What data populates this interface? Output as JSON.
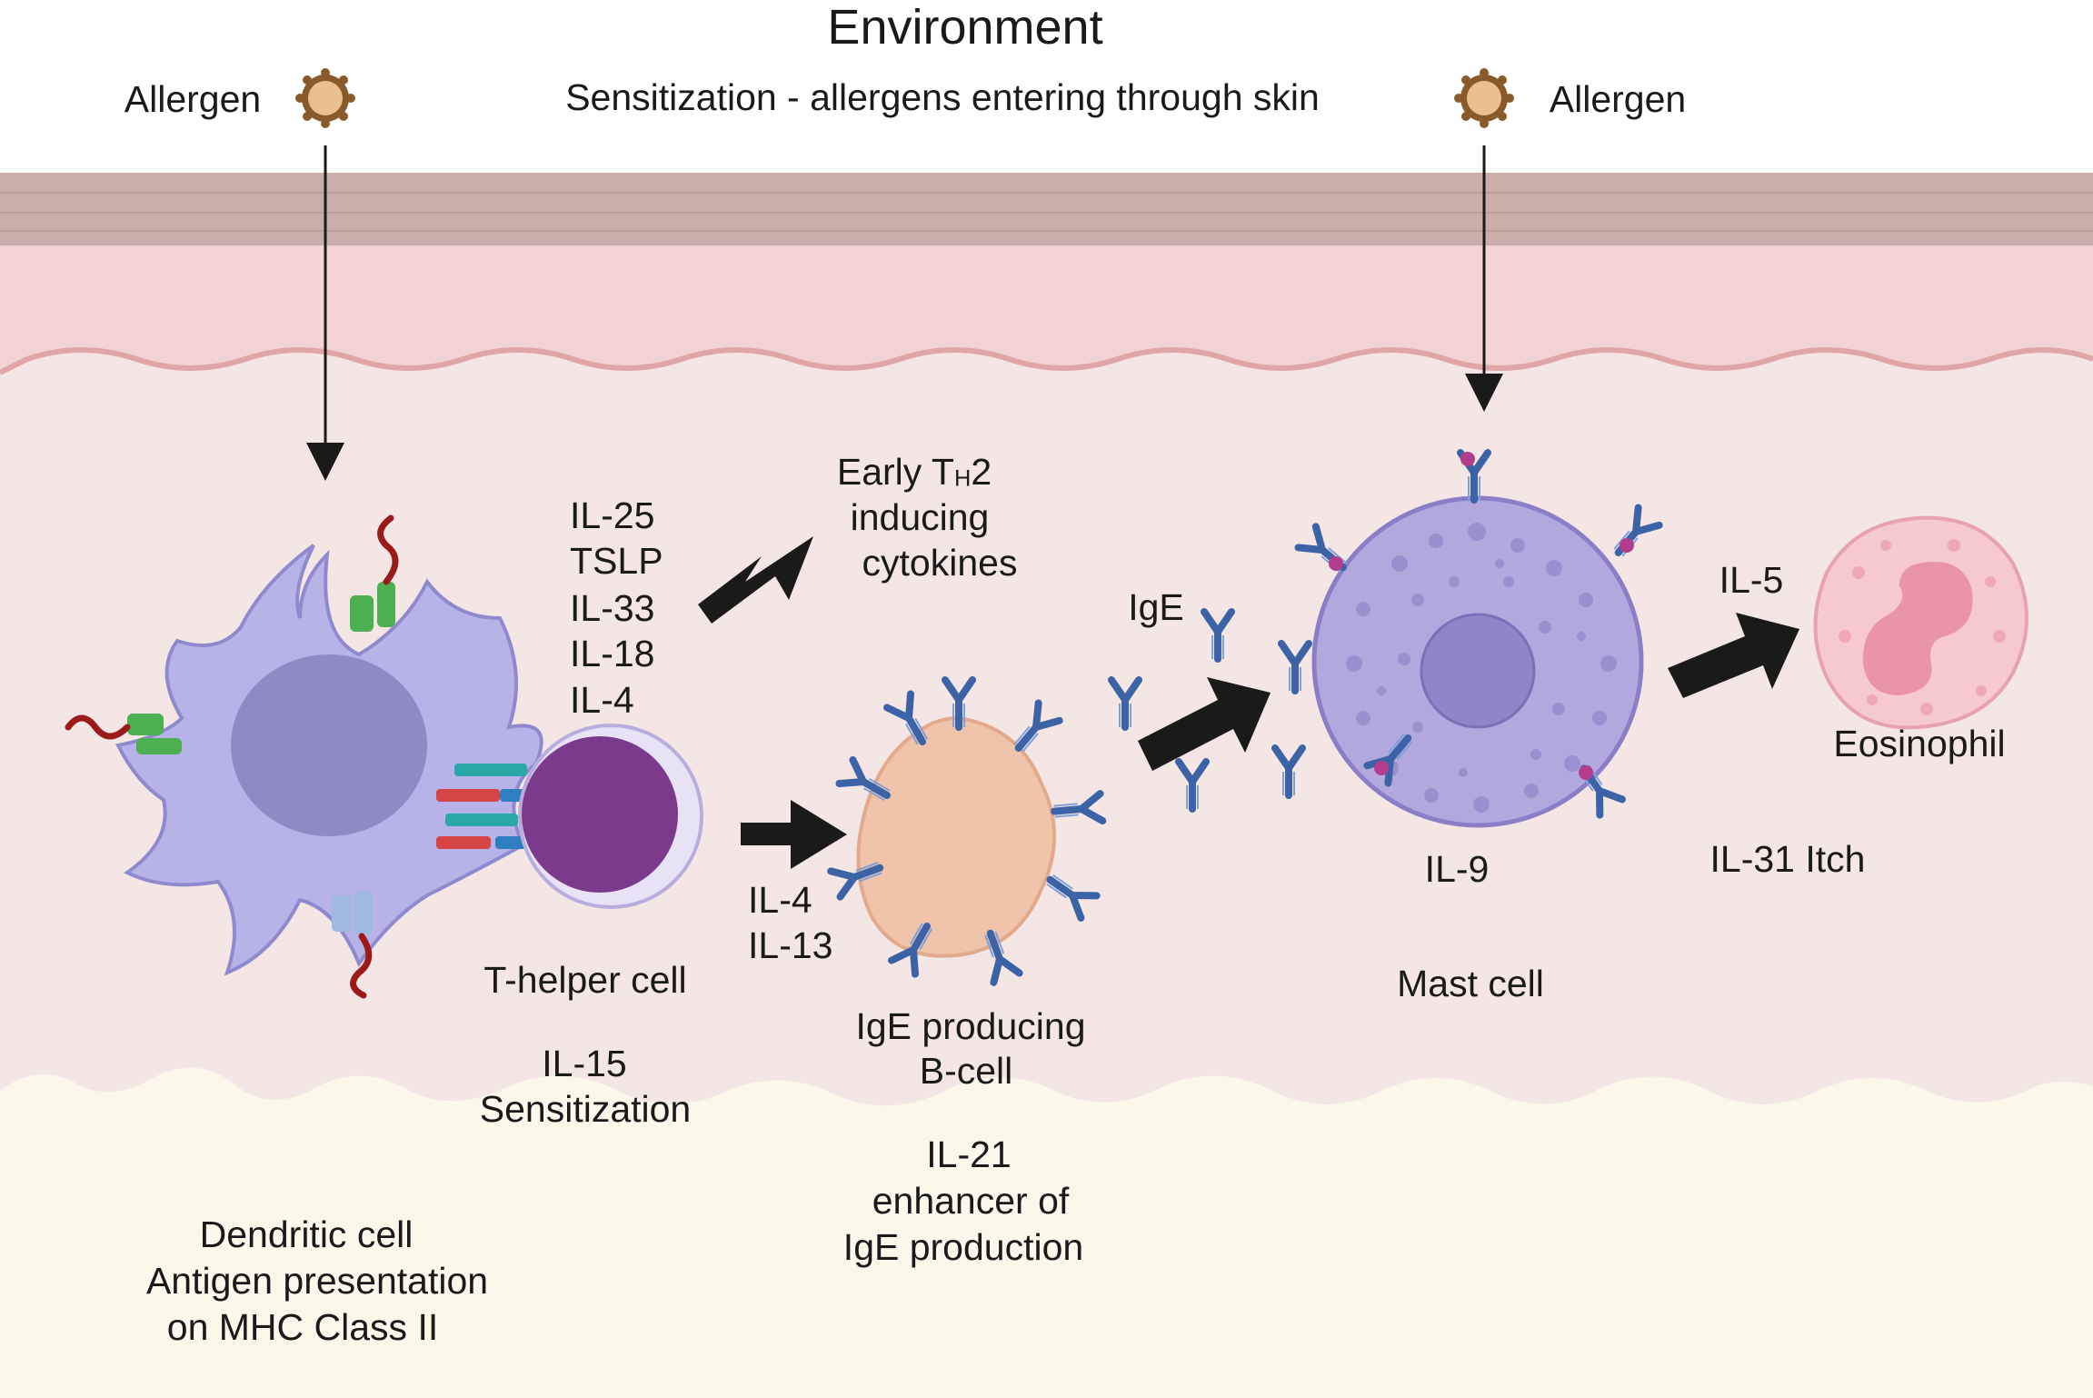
{
  "title": "Environment",
  "subtitle": "Sensitization  -  allergens entering through skin",
  "allergen_left": "Allergen",
  "allergen_right": "Allergen",
  "early_th2": {
    "line1_pre": "Early T",
    "line1_sub": "H",
    "line1_post": "2",
    "line2": "inducing",
    "line3": "cytokines"
  },
  "cytokines": [
    "IL-25",
    "TSLP",
    "IL-33",
    "IL-18",
    "IL-4"
  ],
  "t_helper": {
    "label": "T-helper cell",
    "il15": "IL-15",
    "sensitization": "Sensitization"
  },
  "il4_il13": [
    "IL-4",
    "IL-13"
  ],
  "b_cell": {
    "line1": "IgE producing",
    "line2": "B-cell"
  },
  "il21": [
    "IL-21",
    "enhancer of",
    "IgE production"
  ],
  "dendritic": [
    "Dendritic cell",
    "Antigen presentation",
    "on MHC Class II"
  ],
  "ige": "IgE",
  "mast": {
    "il9": "IL-9",
    "label": "Mast cell"
  },
  "il5": "IL-5",
  "eosinophil": "Eosinophil",
  "il31": "IL-31 Itch",
  "colors": {
    "dendritic": "#b7b3e8",
    "dendritic_nucleus": "#8e8ac6",
    "t_cell": "#7b3a8c",
    "b_cell": "#f0c4aa",
    "mast_cell": "#b2a8de",
    "antibody": "#3d63a7",
    "eosinophil": "#f6c8cf",
    "epidermis_top": "#c9aeaa",
    "dermis": "#f5dede",
    "hypodermis": "#fbf8ea"
  }
}
